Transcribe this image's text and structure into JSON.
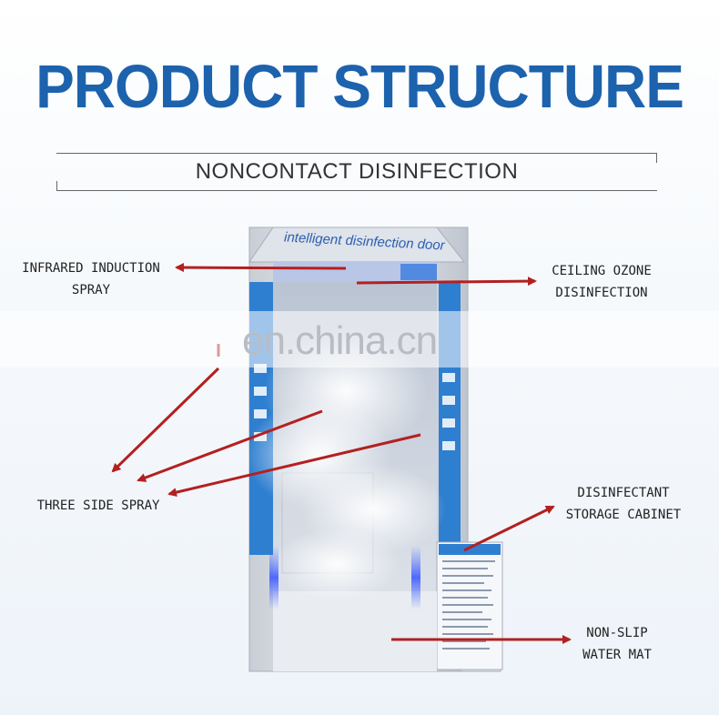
{
  "header": {
    "title": "PRODUCT STRUCTURE",
    "subtitle": "NONCONTACT DISINFECTION"
  },
  "labels": {
    "infrared": "INFRARED INDUCTION\nSPRAY",
    "ceiling": "CEILING OZONE\nDISINFECTION",
    "three_side": "THREE SIDE SPRAY",
    "cabinet": "DISINFECTANT\nSTORAGE CABINET",
    "mat": "NON-SLIP\nWATER MAT"
  },
  "machine": {
    "door_title": "intelligent disinfection door"
  },
  "watermark": "en.china.cn",
  "colors": {
    "title": "#1c62ad",
    "arrow": "#b32020",
    "panel": "#2f7fd0",
    "frame": "#d8dce2"
  }
}
